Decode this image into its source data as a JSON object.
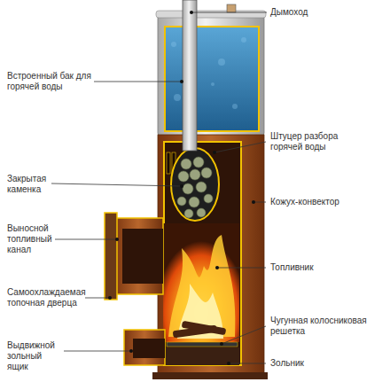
{
  "diagram": {
    "labels": [
      "Дымоход",
      "Встроенный бак для горячей воды",
      "Штуцер разбора горячей воды",
      "Закрытая каменка",
      "Кожух-конвектор",
      "Выносной топливный канал",
      "Топливник",
      "Самоохлаждаемая топочная дверца",
      "Чугунная колосниковая решетка",
      "Выдвижной зольный ящик",
      "Зольник"
    ]
  }
}
